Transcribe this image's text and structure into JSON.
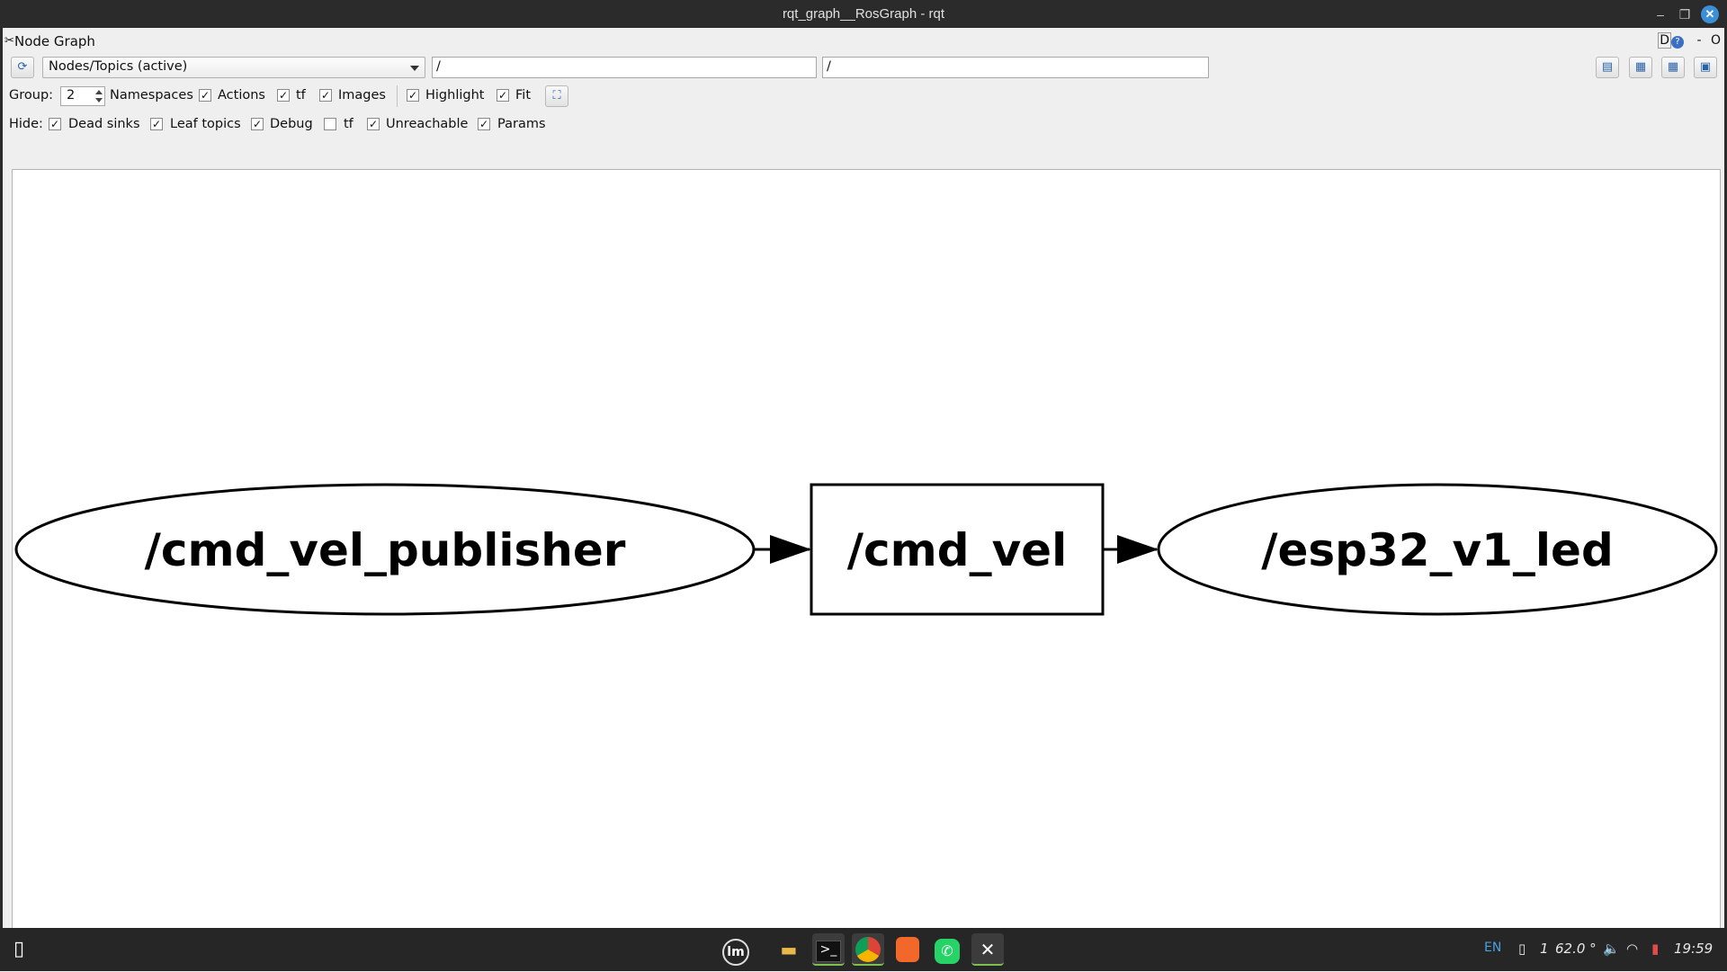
{
  "window": {
    "title": "rqt_graph__RosGraph - rqt"
  },
  "dock": {
    "title": "Node Graph",
    "right_label_d": "D",
    "right_label_dash": "-",
    "right_label_o": "O"
  },
  "toolbar": {
    "view_mode": "Nodes/Topics (active)",
    "node_filter": "/",
    "topic_filter": "/"
  },
  "options": {
    "group_label": "Group:",
    "group_value": "2",
    "namespaces_label": "Namespaces",
    "namespaces_checked": true,
    "actions_label": "Actions",
    "actions_checked": true,
    "tf_label": "tf",
    "tf_checked": true,
    "images_label": "Images",
    "images_checked": true,
    "highlight_label": "Highlight",
    "highlight_checked": true,
    "fit_label": "Fit",
    "fit_checked": true
  },
  "hide": {
    "label": "Hide:",
    "dead_sinks_label": "Dead sinks",
    "dead_sinks_checked": true,
    "leaf_topics_label": "Leaf topics",
    "leaf_topics_checked": true,
    "debug_label": "Debug",
    "debug_checked": true,
    "tf_label": "tf",
    "tf_checked": false,
    "unreachable_label": "Unreachable",
    "unreachable_checked": true,
    "params_label": "Params",
    "params_checked": true
  },
  "graph": {
    "nodes": [
      {
        "id": "publisher",
        "label": "/cmd_vel_publisher",
        "shape": "ellipse"
      },
      {
        "id": "topic",
        "label": "/cmd_vel",
        "shape": "box"
      },
      {
        "id": "subscriber",
        "label": "/esp32_v1_led",
        "shape": "ellipse"
      }
    ],
    "edges": [
      {
        "from": "publisher",
        "to": "topic"
      },
      {
        "from": "topic",
        "to": "subscriber"
      }
    ]
  },
  "taskbar": {
    "apps": [
      "menu-icon",
      "files-icon",
      "terminal-icon",
      "chrome-icon",
      "brave-icon",
      "whatsapp-icon",
      "rqt-tools-icon"
    ],
    "keyboard_layout": "EN",
    "workspace": "1",
    "temperature": "62.0 °",
    "clock": "19:59"
  },
  "colors": {
    "accent": "#3a8fd6",
    "taskbar_bg": "#262626",
    "titlebar_bg": "#2b2b2b"
  }
}
